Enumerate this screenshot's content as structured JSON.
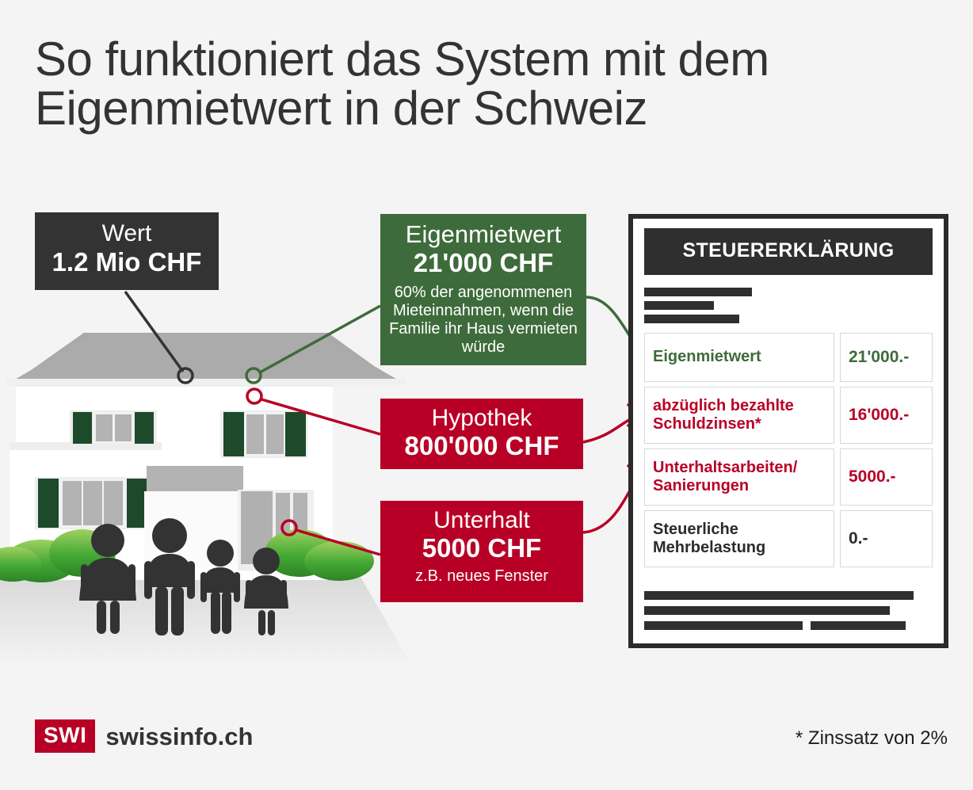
{
  "title": "So funktioniert das System mit dem\nEigenmietwert in der Schweiz",
  "colors": {
    "background": "#f4f4f4",
    "dark": "#333333",
    "green": "#3e6b3b",
    "red": "#b80026",
    "white": "#ffffff"
  },
  "callouts": {
    "wert": {
      "title": "Wert",
      "amount": "1.2 Mio CHF"
    },
    "eigenmietwert": {
      "title": "Eigenmietwert",
      "amount": "21'000 CHF",
      "note": "60% der angenommenen\nMieteinnahmen, wenn die\nFamilie ihr Haus vermieten\nwürde"
    },
    "hypothek": {
      "title": "Hypothek",
      "amount": "800'000 CHF"
    },
    "unterhalt": {
      "title": "Unterhalt",
      "amount": "5000 CHF",
      "note": "z.B. neues Fenster"
    }
  },
  "form": {
    "header": "STEUERERKLÄRUNG",
    "rows": [
      {
        "label": "Eigenmietwert",
        "value": "21'000.-",
        "color": "green"
      },
      {
        "label": "abzüglich bezahlte\nSchuldzinsen*",
        "value": "16'000.-",
        "color": "red"
      },
      {
        "label": "Unterhaltsarbeiten/\nSanierungen",
        "value": "5000.-",
        "color": "red"
      },
      {
        "label": "Steuerliche\nMehrbelastung",
        "value": "0.-",
        "color": "dark"
      }
    ]
  },
  "footer": {
    "logo_mark": "SWI",
    "logo_text": "swissinfo.ch",
    "footnote": "* Zinssatz von 2%"
  }
}
